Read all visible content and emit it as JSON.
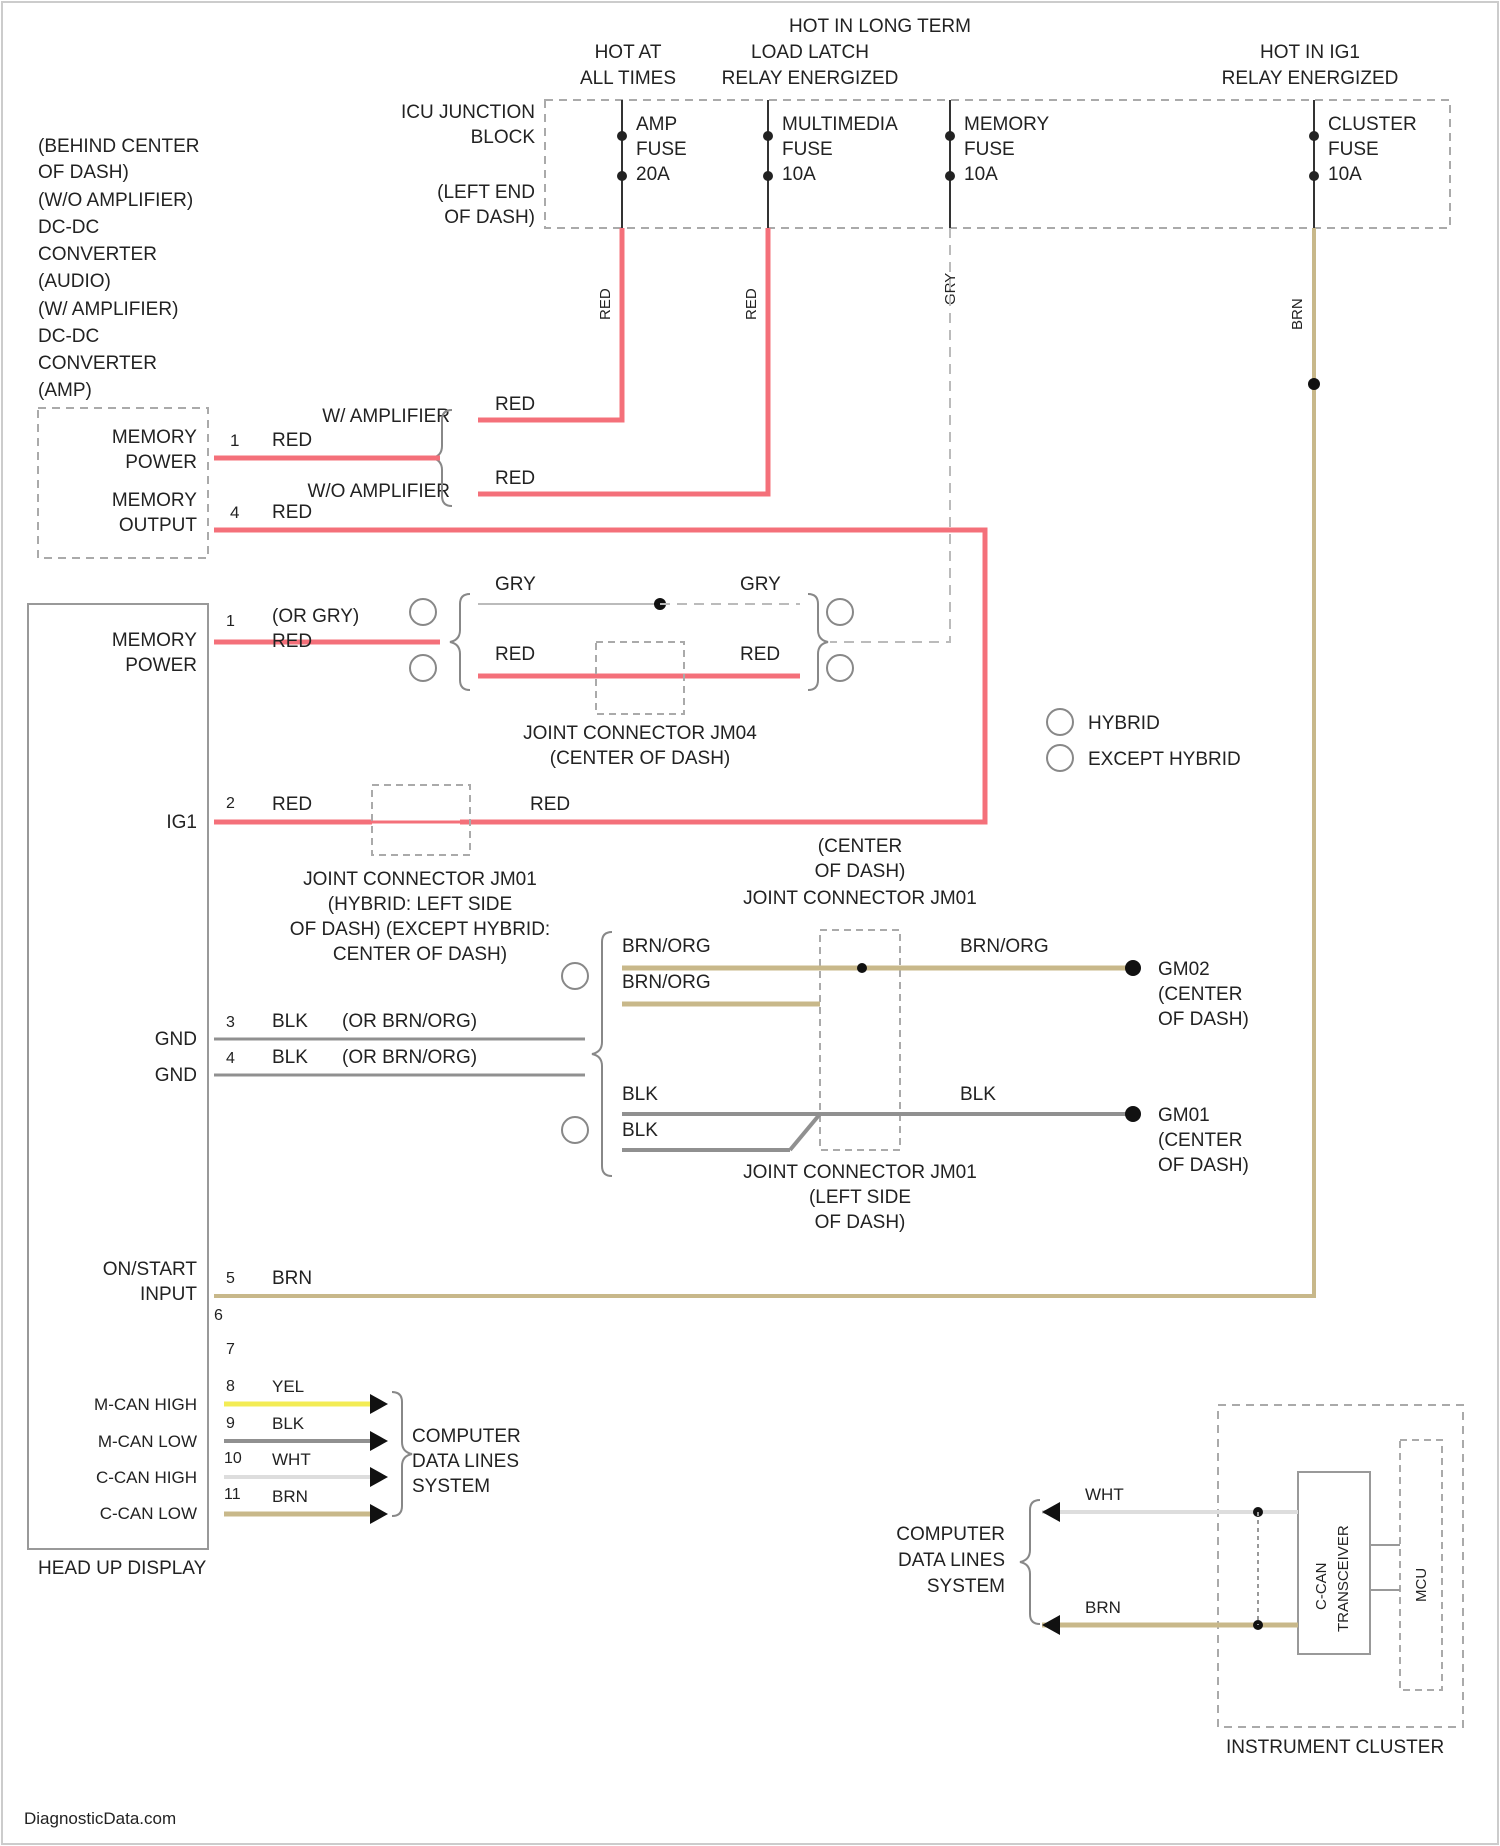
{
  "header": {
    "hot_long_term": [
      "HOT IN LONG TERM",
      "LOAD LATCH",
      "RELAY ENERGIZED"
    ],
    "hot_all_times": [
      "HOT AT",
      "ALL TIMES"
    ],
    "hot_ig1": [
      "HOT IN IG1",
      "RELAY ENERGIZED"
    ],
    "junction_block": [
      "ICU JUNCTION",
      "BLOCK",
      "(LEFT END",
      "OF DASH)"
    ]
  },
  "fuses": [
    {
      "name": "AMP",
      "type": "FUSE",
      "rating": "20A"
    },
    {
      "name": "MULTIMEDIA",
      "type": "FUSE",
      "rating": "10A"
    },
    {
      "name": "MEMORY",
      "type": "FUSE",
      "rating": "10A"
    },
    {
      "name": "CLUSTER",
      "type": "FUSE",
      "rating": "10A"
    }
  ],
  "amplifier": {
    "location": [
      "(BEHIND CENTER",
      "OF DASH)",
      "(W/O AMPLIFIER)",
      "DC-DC",
      "CONVERTER",
      "(AUDIO)",
      "(W/ AMPLIFIER)",
      "DC-DC",
      "CONVERTER",
      "(AMP)"
    ],
    "memory_power": [
      "MEMORY",
      "POWER"
    ],
    "memory_output": [
      "MEMORY",
      "OUTPUT"
    ],
    "w_amplifier": "W/ AMPLIFIER",
    "wo_amplifier": "W/O AMPLIFIER"
  },
  "hud": {
    "title": "HEAD UP DISPLAY",
    "memory_power": [
      "MEMORY",
      "POWER"
    ],
    "ig1": "IG1",
    "gnd": "GND",
    "onstart": [
      "ON/START",
      "INPUT"
    ],
    "ms_can_high": "M-CAN HIGH",
    "ms_can_low": "M-CAN LOW",
    "c_can_high": "C-CAN HIGH",
    "c_can_low": "C-CAN LOW"
  },
  "wires": {
    "red": "RED",
    "gry": "GRY",
    "or_gry": "(OR GRY)",
    "blk": "BLK",
    "or_brn_org": "(OR BRN/ORG)",
    "brn_org": "BRN/ORG",
    "brn": "BRN",
    "yel": "YEL",
    "wht": "WHT"
  },
  "joints": {
    "jm04": [
      "JOINT CONNECTOR JM04",
      "(CENTER OF DASH)"
    ],
    "jm01_ig": [
      "JOINT CONNECTOR JM01",
      "(HYBRID: LEFT SIDE",
      "OF DASH) (EXCEPT HYBRID:",
      "CENTER OF DASH)"
    ],
    "jm01_top": [
      "(CENTER",
      "OF DASH)",
      "JOINT CONNECTOR JM01"
    ],
    "jm01_bottom": [
      "JOINT CONNECTOR JM01",
      "(LEFT SIDE",
      "OF DASH)"
    ]
  },
  "grounds": {
    "gm02": [
      "GM02",
      "(CENTER",
      "OF DASH)"
    ],
    "gm01": [
      "GM01",
      "(CENTER",
      "OF DASH)"
    ]
  },
  "legend": {
    "hybrid": "HYBRID",
    "except_hybrid": "EXCEPT HYBRID"
  },
  "cluster": {
    "title": "INSTRUMENT CLUSTER",
    "transceiver": [
      "C-CAN",
      "TRANSCEIVER"
    ],
    "mcu": "MCU"
  },
  "cdl": [
    "COMPUTER",
    "DATA LINES",
    "SYSTEM"
  ],
  "footer": "DiagnosticData.com",
  "colors": {
    "red": "#f4707a",
    "brn": "#c8b88a",
    "yel": "#f3ec55",
    "blk": "#909090",
    "gry": "#bbbbbb",
    "wht": "#dddddd"
  }
}
